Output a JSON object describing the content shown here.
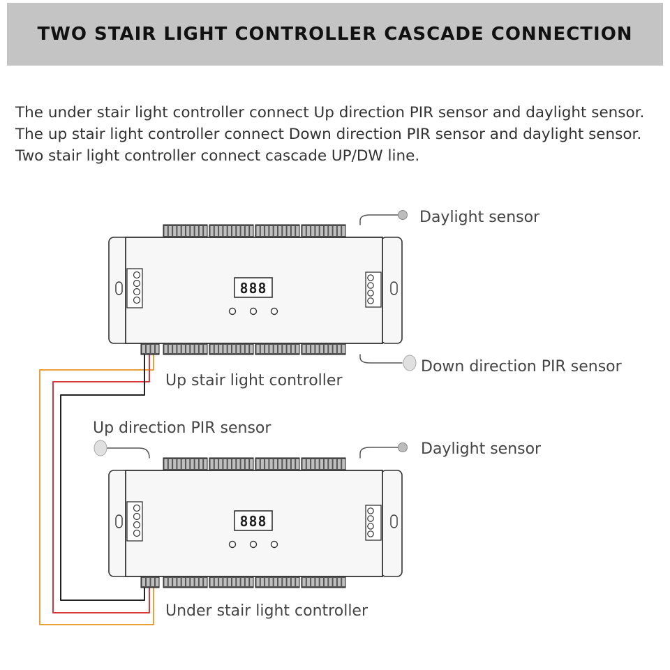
{
  "header": {
    "title": "TWO STAIR LIGHT CONTROLLER CASCADE CONNECTION"
  },
  "intro": {
    "lines": [
      "The under stair light controller connect Up direction PIR sensor and daylight sensor.",
      "The up stair light controller connect Down direction PIR sensor and daylight sensor.",
      "Two stair light controller connect cascade UP/DW line."
    ]
  },
  "diagram": {
    "labels": {
      "daylight_top": "Daylight sensor",
      "down_pir": "Down direction PIR sensor",
      "up_controller": "Up stair light controller",
      "up_pir": "Up direction PIR sensor",
      "daylight_bottom": "Daylight sensor",
      "under_controller": "Under stair light controller"
    },
    "display_text": "888",
    "colors": {
      "wire_black": "#222222",
      "wire_red": "#d8383d",
      "wire_orange": "#e8a03a",
      "housing": "#f7f7f7",
      "outline": "#333333"
    }
  }
}
